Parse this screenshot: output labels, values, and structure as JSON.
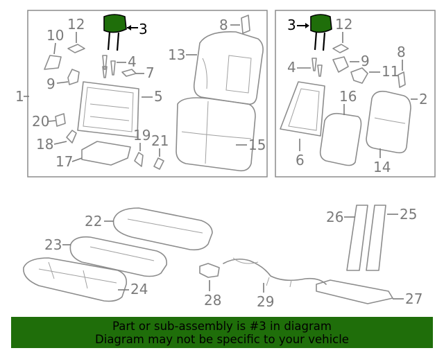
{
  "diagram": {
    "highlight_color": "#1f6e0a",
    "callouts": {
      "c1": "1",
      "c2": "2",
      "c3a": "3",
      "c3b": "3",
      "c4a": "4",
      "c4b": "4",
      "c5": "5",
      "c6": "6",
      "c7": "7",
      "c8a": "8",
      "c8b": "8",
      "c9a": "9",
      "c9b": "9",
      "c10": "10",
      "c11": "11",
      "c12a": "12",
      "c12b": "12",
      "c13": "13",
      "c14": "14",
      "c15": "15",
      "c16": "16",
      "c17": "17",
      "c18": "18",
      "c19": "19",
      "c20": "20",
      "c21": "21",
      "c22": "22",
      "c23": "23",
      "c24": "24",
      "c25": "25",
      "c26": "26",
      "c27": "27",
      "c28": "28",
      "c29": "29"
    }
  },
  "banner": {
    "line1": "Part or sub-assembly is #3 in diagram",
    "line2": "Diagram may not be specific to your vehicle",
    "color": "#1f6e0a"
  }
}
